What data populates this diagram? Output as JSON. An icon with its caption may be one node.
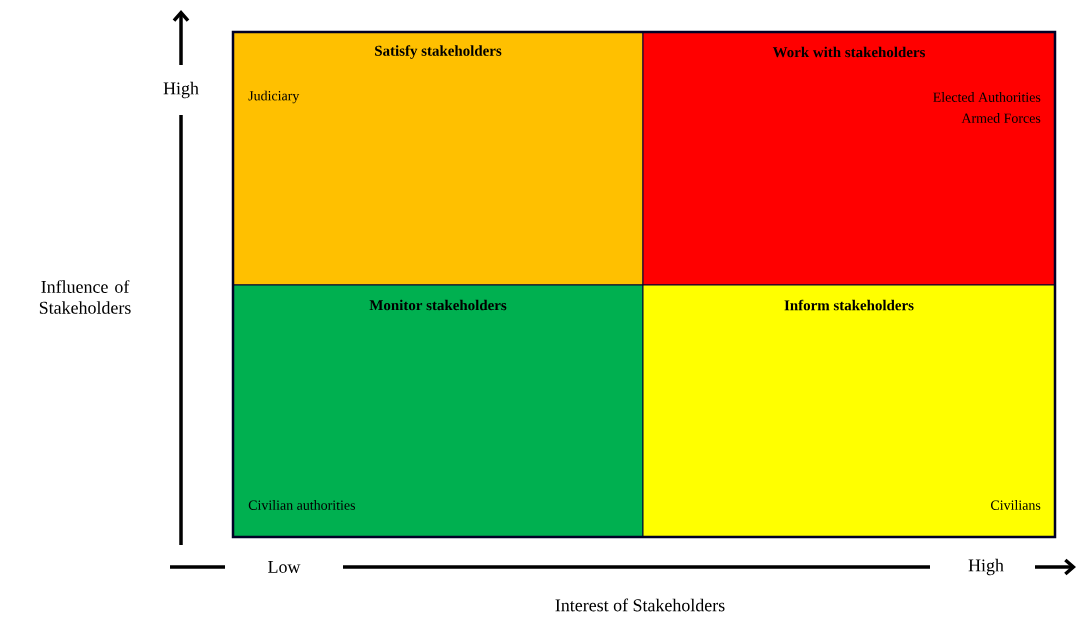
{
  "diagram": {
    "nodes": [
      {
        "text": [
          "Satisfy stakeholders",
          "Judiciary"
        ]
      },
      {
        "text": [
          "Work with stakeholders",
          "Elected Authorities",
          "Armed Forces"
        ]
      },
      {
        "text": [
          "Monitor stakeholders",
          "Civilian authorities"
        ]
      },
      {
        "text": [
          "Inform stakeholders",
          "Civilians"
        ]
      }
    ],
    "labels": [
      "High",
      "Influence of Stakeholders",
      "Low",
      "High",
      "Interest of Stakeholders"
    ]
  }
}
